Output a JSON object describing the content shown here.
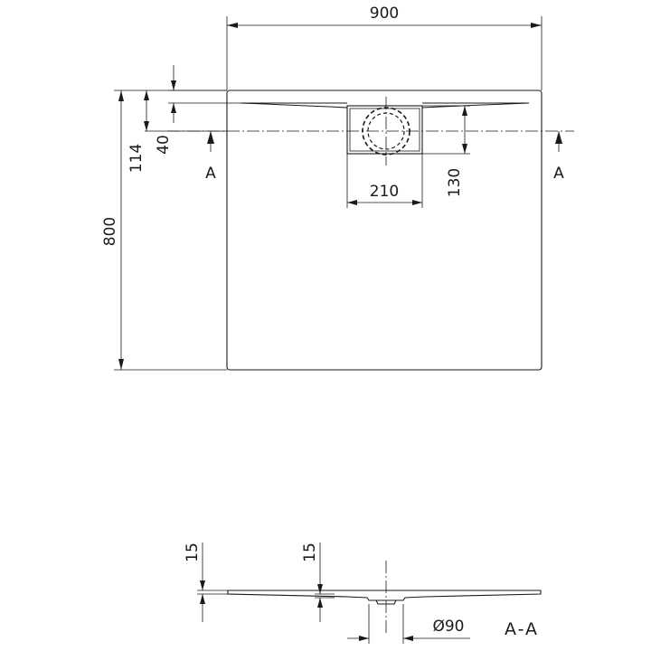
{
  "plan_view": {
    "dim_width": "900",
    "dim_height": "800",
    "dim_drain_offset_outer": "114",
    "dim_drain_offset_inner": "40",
    "dim_drain_depth": "130",
    "dim_drain_width": "210",
    "section_label_left": "A",
    "section_label_right": "A"
  },
  "section_view": {
    "dim_thickness_left": "15",
    "dim_thickness_center": "15",
    "dim_drain_diameter": "Ø90",
    "section_title": "A-A"
  }
}
